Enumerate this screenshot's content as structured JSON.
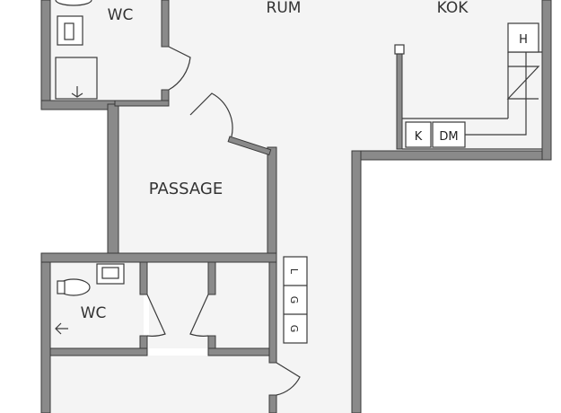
{
  "rooms": {
    "wc_top": "WC",
    "rum": "RUM",
    "kok": "KÖK",
    "passage": "PASSAGE",
    "wc_bottom": "WC"
  },
  "fixtures": {
    "h": "H",
    "k": "K",
    "dm": "DM",
    "l": "L",
    "g1": "G",
    "g2": "G"
  },
  "colors": {
    "wall": "#8a8a8a",
    "floor": "#f4f4f4",
    "line": "#3a3a3a"
  }
}
